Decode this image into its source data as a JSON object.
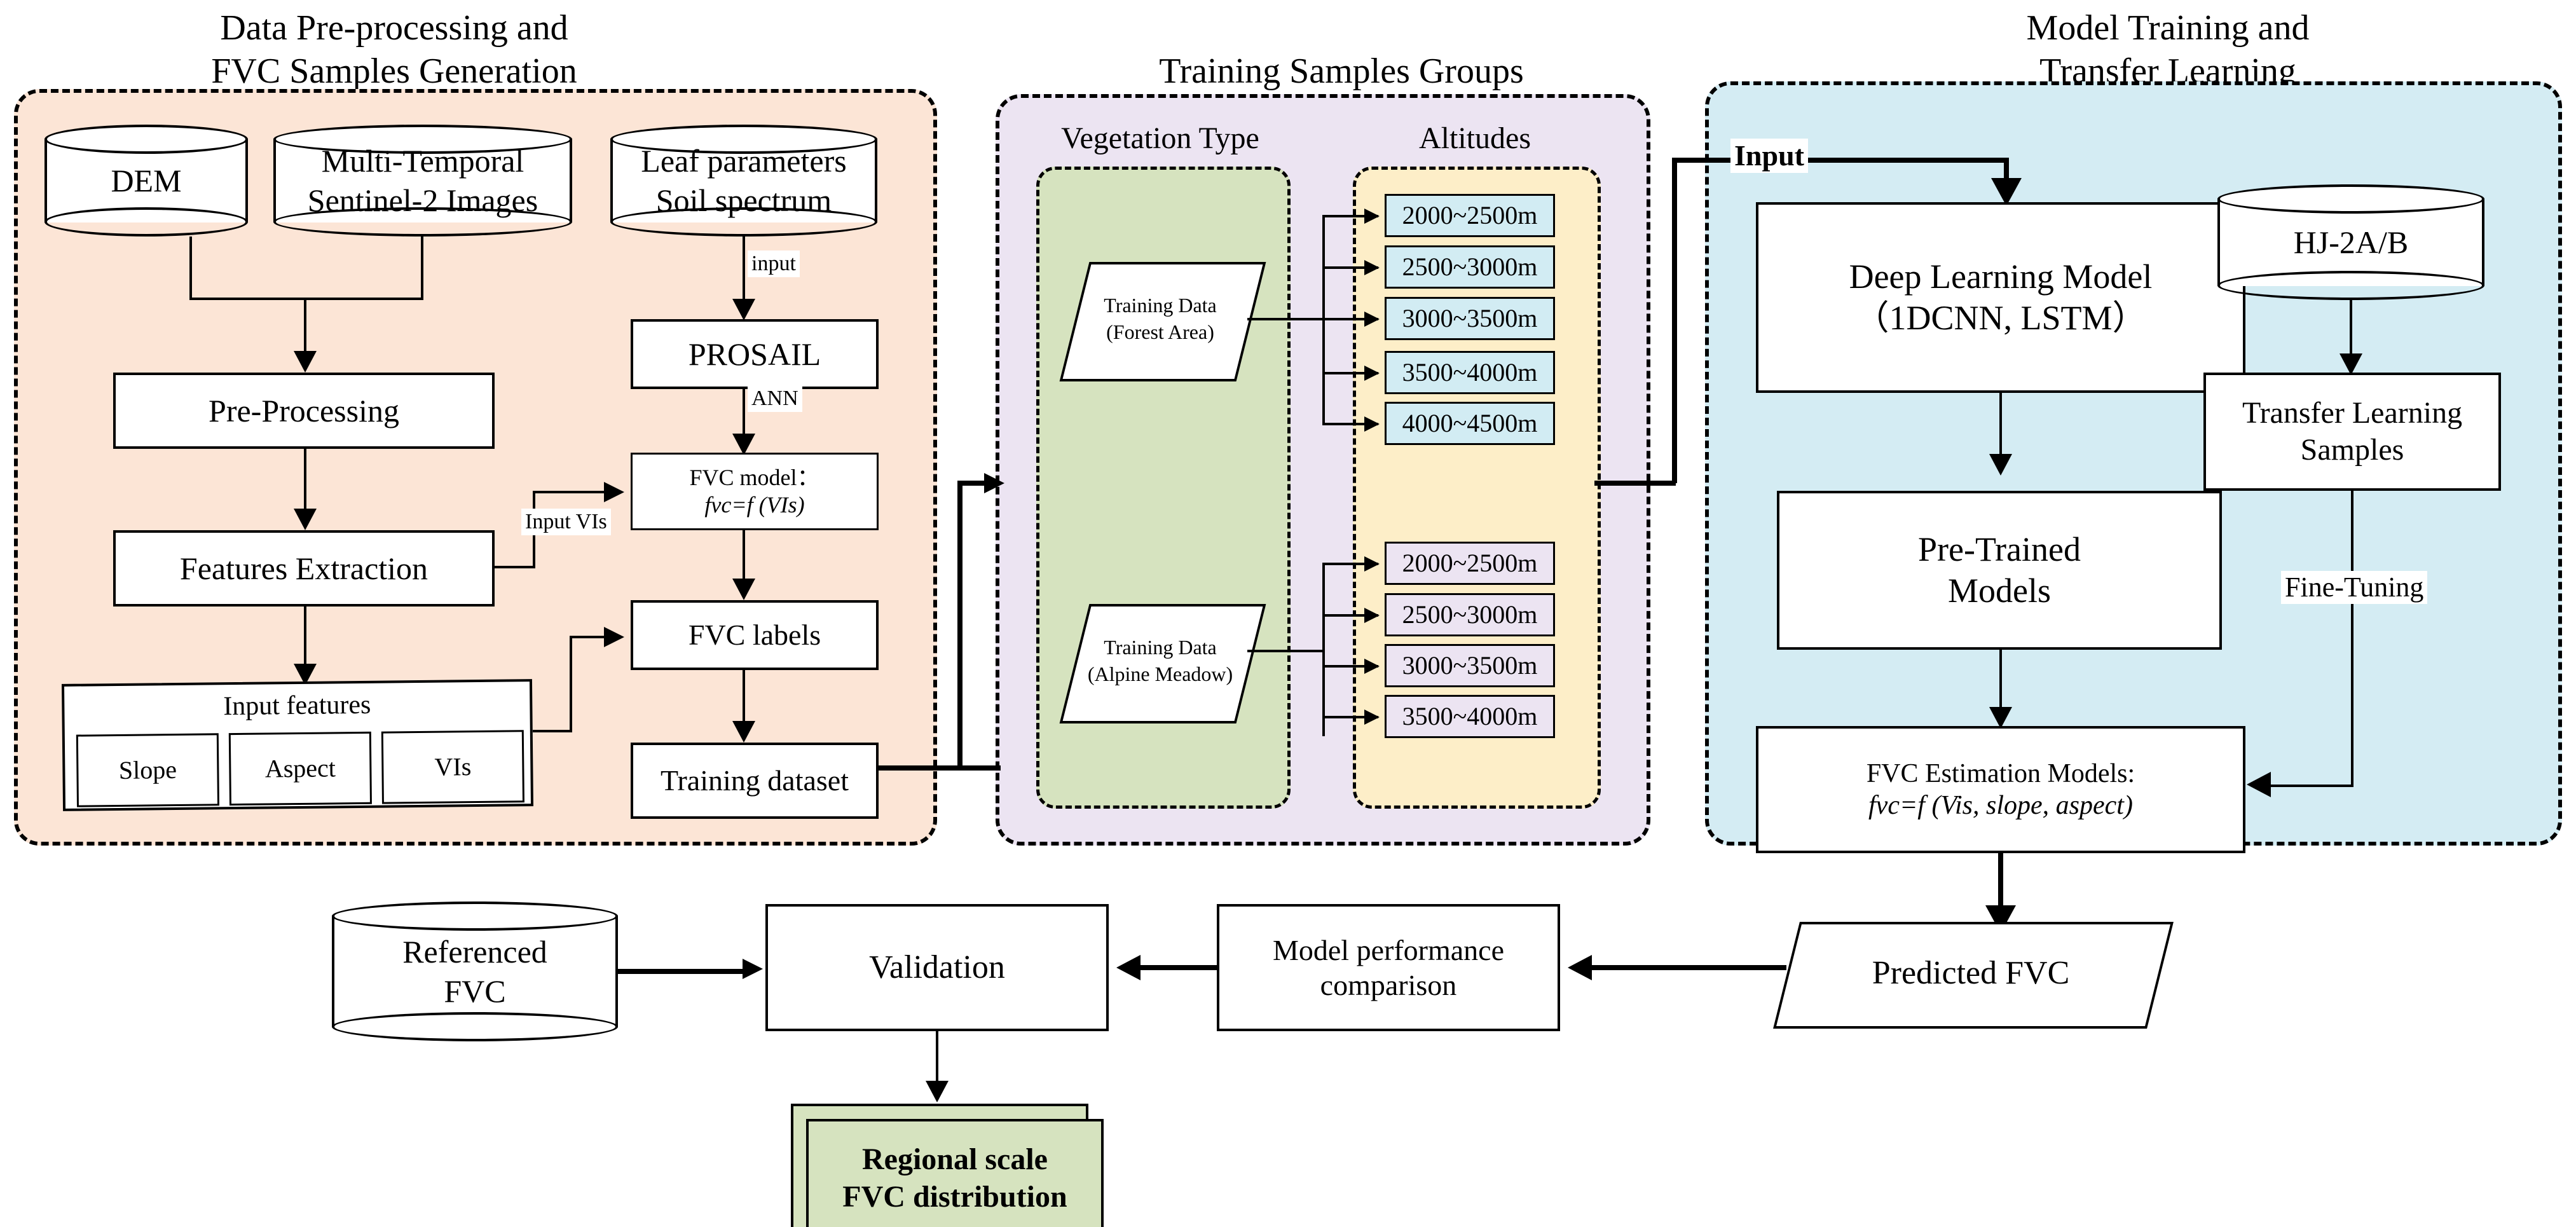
{
  "colors": {
    "panel_preprocess": "#fce5d6",
    "panel_groups": "#ece4f2",
    "panel_model": "#d4ecf3",
    "vegetation_block": "#d6e3bf",
    "altitude_block": "#fdeec8",
    "altitude_chip_top": "#d2ecf3",
    "altitude_chip_bottom": "#ece4f2",
    "result_box": "#d6e3bf",
    "stroke": "#000000"
  },
  "groups": {
    "preprocessing": {
      "title": "Data Pre-processing and\nFVC Samples Generation"
    },
    "training_groups": {
      "title": "Training Samples Groups"
    },
    "model_training": {
      "title": "Model Training and\nTransfer Learning"
    }
  },
  "preprocessing": {
    "sources": [
      {
        "id": "dem",
        "label": "DEM"
      },
      {
        "id": "sentinel",
        "label": "Multi-Temporal\nSentinel-2 Images"
      },
      {
        "id": "leaf",
        "label": "Leaf parameters\nSoil spectrum"
      }
    ],
    "left_chain": [
      {
        "id": "pre-processing",
        "label": "Pre-Processing"
      },
      {
        "id": "features-extraction",
        "label": "Features Extraction"
      }
    ],
    "input_features": {
      "title": "Input features",
      "items": [
        "Slope",
        "Aspect",
        "VIs"
      ]
    },
    "right_chain": [
      {
        "id": "prosail",
        "label": "PROSAIL"
      },
      {
        "id": "fvc-model",
        "label": "FVC model：",
        "formula": "fvc=f (VIs)"
      },
      {
        "id": "fvc-labels",
        "label": "FVC labels"
      },
      {
        "id": "training-dataset",
        "label": "Training dataset"
      }
    ],
    "edge_labels": {
      "input": "input",
      "ann": "ANN",
      "input_vis": "Input VIs"
    }
  },
  "training_groups": {
    "columns": [
      {
        "id": "vegetation-type",
        "title": "Vegetation Type"
      },
      {
        "id": "altitudes",
        "title": "Altitudes"
      }
    ],
    "sets": [
      {
        "id": "forest",
        "training_data": "Training Data\n(Forest Area)",
        "altitudes": [
          "2000~2500m",
          "2500~3000m",
          "3000~3500m",
          "3500~4000m",
          "4000~4500m"
        ]
      },
      {
        "id": "alpine-meadow",
        "training_data": "Training Data\n(Alpine Meadow)",
        "altitudes": [
          "2000~2500m",
          "2500~3000m",
          "3000~3500m",
          "3500~4000m"
        ]
      }
    ]
  },
  "model_training": {
    "input_label": "Input",
    "chain": [
      {
        "id": "deep-learning-model",
        "label": "Deep Learning Model\n（1DCNN, LSTM）"
      },
      {
        "id": "pre-trained-models",
        "label": "Pre-Trained\nModels"
      },
      {
        "id": "fvc-estimation-models",
        "label": "FVC Estimation Models:",
        "formula": "fvc=f (Vis, slope, aspect)"
      }
    ],
    "transfer": {
      "source": "HJ-2A/B",
      "samples": "Transfer Learning\nSamples",
      "edge_label": "Fine-Tuning"
    }
  },
  "bottom": {
    "referenced_fvc": "Referenced\nFVC",
    "validation": "Validation",
    "model_performance": "Model performance\ncomparison",
    "predicted_fvc": "Predicted FVC",
    "result": "Regional scale\nFVC distribution"
  }
}
